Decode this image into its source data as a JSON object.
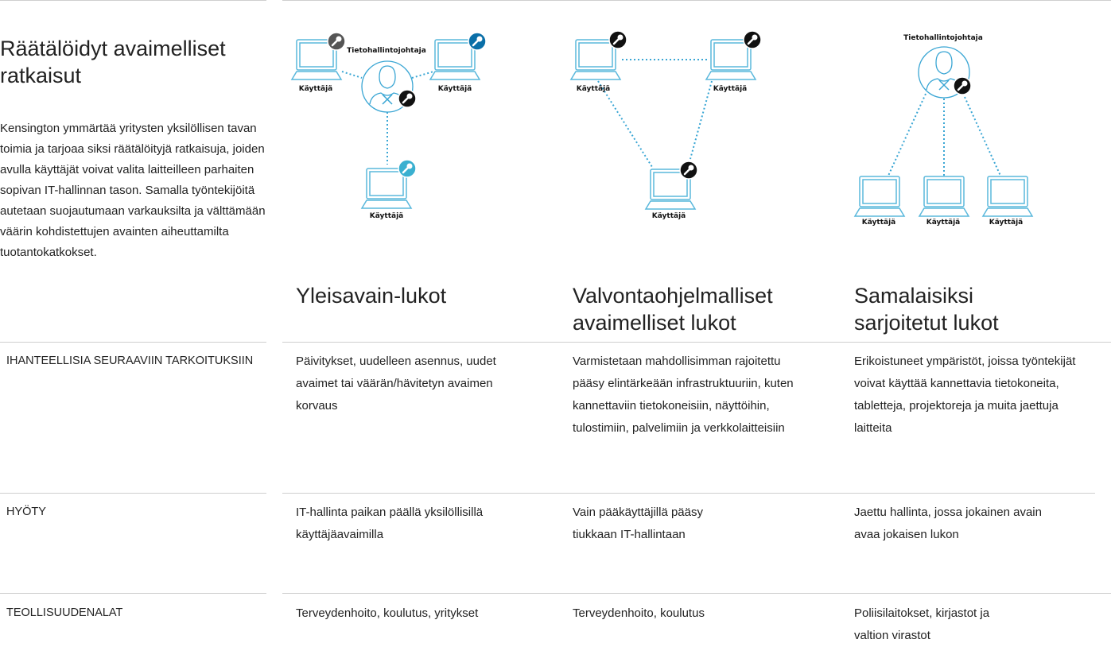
{
  "intro": {
    "title": "Räätälöidyt avaimelliset ratkaisut",
    "body": "Kensington ymmärtää yritysten yksilöllisen tavan toimia ja tarjoaa siksi räätälöityjä ratkaisuja, joiden avulla käyttäjät voivat valita laitteilleen parhaiten sopivan IT-hallinnan tason. Samalla työntekijöitä autetaan suojautumaan varkauksilta ja välttämään väärin kohdistettujen avainten aiheuttamilta tuotantokatkokset."
  },
  "diagram": {
    "admin": "Tietohallintojohtaja",
    "user": "Käyttäjä"
  },
  "colors": {
    "gray_key": "#555555",
    "blue_key": "#0a6fa8",
    "light_key": "#3ab0d0",
    "black_key": "#111111",
    "line": "#3aa6d4"
  },
  "columns": [
    {
      "title": "Yleisavain-lukot",
      "ideal": "Päivitykset, uudelleen asennus, uudet avaimet tai väärän/hävitetyn avaimen korvaus",
      "benefit": "IT-hallinta paikan päällä yksilöllisillä käyttäjäavaimilla",
      "industries": "Terveydenhoito, koulutus, yritykset"
    },
    {
      "title": "Valvontaohjelmalliset avaimelliset lukot",
      "ideal": "Varmistetaan mahdollisimman rajoitettu pääsy elintärkeään infrastruktuuriin, kuten kannettaviin tietokoneisiin, näyttöihin, tulostimiin, palvelimiin ja verkkolaitteisiin",
      "benefit": "Vain pääkäyttäjillä pääsy tiukkaan IT-hallintaan",
      "industries": "Terveydenhoito, koulutus"
    },
    {
      "title": "Samalaisiksi sarjoitetut lukot",
      "ideal": "Erikoistuneet ympäristöt, joissa työntekijät voivat käyttää kannettavia tietokoneita, tabletteja, projektoreja ja muita jaettuja laitteita",
      "benefit": "Jaettu hallinta, jossa jokainen avain avaa jokaisen lukon",
      "industries": "Poliisilaitokset, kirjastot ja valtion virastot"
    }
  ],
  "rows": {
    "ideal": "IHANTEELLISIA SEURAAVIIN TARKOITUKSIIN",
    "benefit": "HYÖTY",
    "industries": "TEOLLISUUDENALAT"
  }
}
